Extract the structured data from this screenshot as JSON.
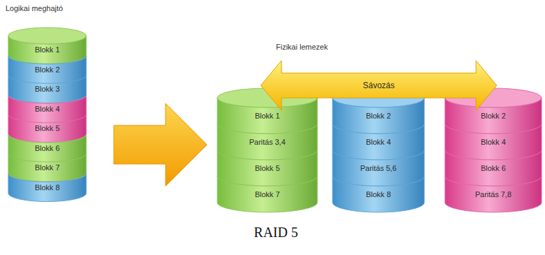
{
  "diagram": {
    "caption": "RAID 5",
    "nodes": [
      {
        "text": [
          "Blokk 1"
        ]
      },
      {
        "text": [
          "Blokk 2"
        ]
      },
      {
        "text": [
          "Blokk 3"
        ]
      },
      {
        "text": [
          "Blokk 4"
        ]
      },
      {
        "text": [
          "Blokk 5"
        ]
      },
      {
        "text": [
          "Blokk 6"
        ]
      },
      {
        "text": [
          "Blokk 7"
        ]
      },
      {
        "text": [
          "Blokk 8"
        ]
      },
      {
        "text": [
          "Sávozás"
        ]
      },
      {
        "text": [
          "Blokk 1"
        ]
      },
      {
        "text": [
          "Paritás 3,4"
        ]
      },
      {
        "text": [
          "Blokk 5"
        ]
      },
      {
        "text": [
          "Blokk 7"
        ]
      },
      {
        "text": [
          "Blokk 2"
        ]
      },
      {
        "text": [
          "Blokk 4"
        ]
      },
      {
        "text": [
          "Paritás 5,6"
        ]
      },
      {
        "text": [
          "Blokk 8"
        ]
      },
      {
        "text": [
          "Blokk 2"
        ]
      },
      {
        "text": [
          "Blokk 4"
        ]
      },
      {
        "text": [
          "Blokk 6"
        ]
      },
      {
        "text": [
          "Paritás 7,8"
        ]
      }
    ],
    "labels": [
      "Logikai meghajtó",
      "Fizikai lemezek"
    ]
  }
}
